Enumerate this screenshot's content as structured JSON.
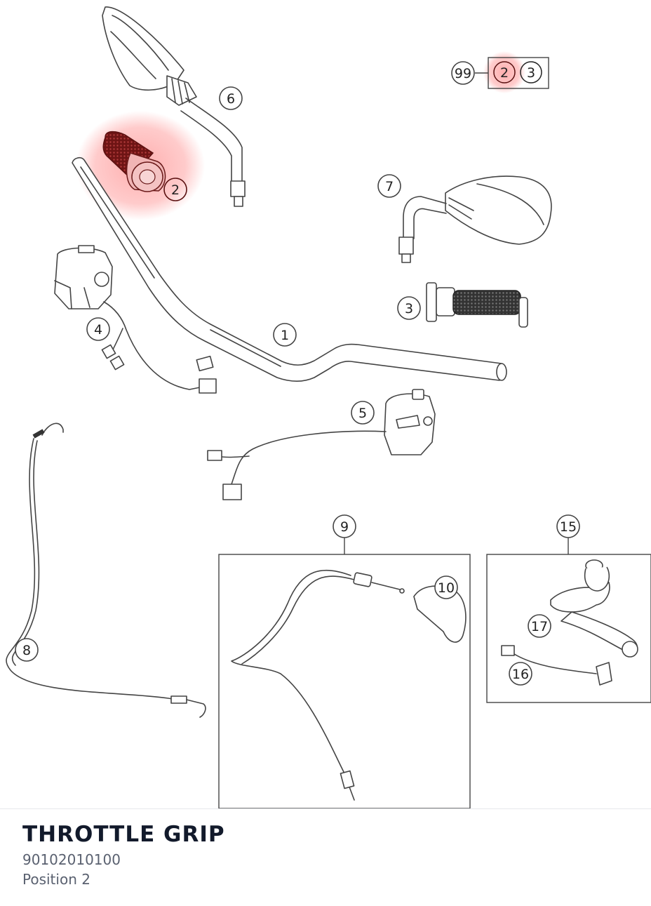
{
  "highlight_color": "#ff6b6b",
  "callouts": {
    "c1": "1",
    "c2": "2",
    "c3": "3",
    "c4": "4",
    "c5": "5",
    "c6": "6",
    "c7": "7",
    "c8": "8",
    "c9": "9",
    "c10": "10",
    "c15": "15",
    "c16": "16",
    "c17": "17",
    "c99": "99",
    "c99_a": "2",
    "c99_b": "3"
  },
  "footer": {
    "title": "THROTTLE GRIP",
    "part_number": "90102010100",
    "position": "Position 2"
  }
}
